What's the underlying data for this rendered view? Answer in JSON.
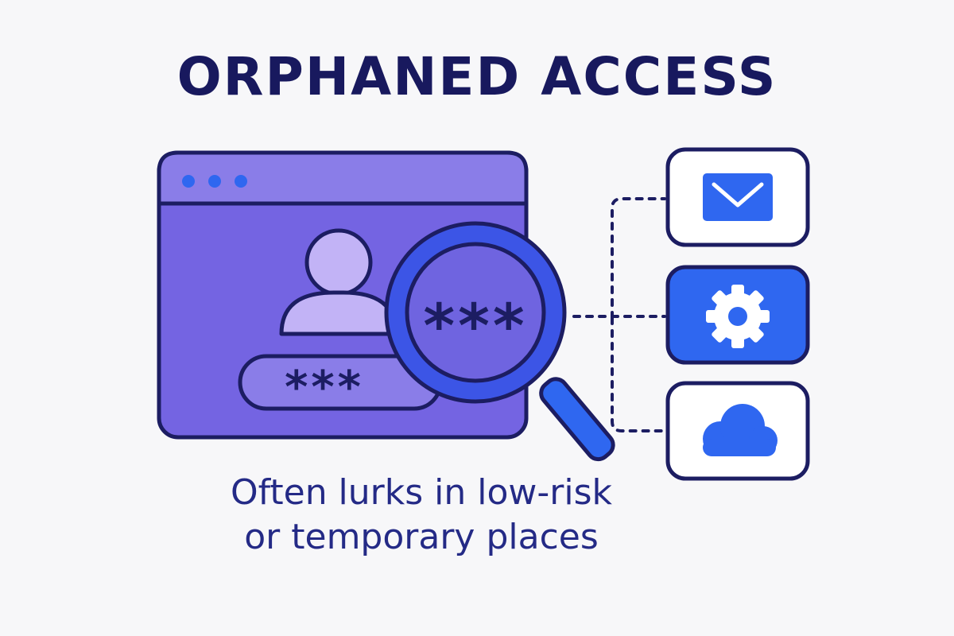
{
  "title": "ORPHANED ACCESS",
  "caption": {
    "line1": "Often lurks in low-risk",
    "line2": "or temporary places"
  },
  "login_window": {
    "password_mask": "***",
    "magnified_mask": "***"
  },
  "services": [
    {
      "icon": "envelope-icon",
      "highlighted": false
    },
    {
      "icon": "gear-icon",
      "highlighted": true
    },
    {
      "icon": "cloud-icon",
      "highlighted": false
    }
  ],
  "colors": {
    "outline": "#1c1d62",
    "window_fill": "#7464e2",
    "window_bar": "#8a7de8",
    "avatar": "#c2b3f6",
    "accent_blue": "#2f67f0",
    "title": "#18195e",
    "caption": "#242a86"
  }
}
